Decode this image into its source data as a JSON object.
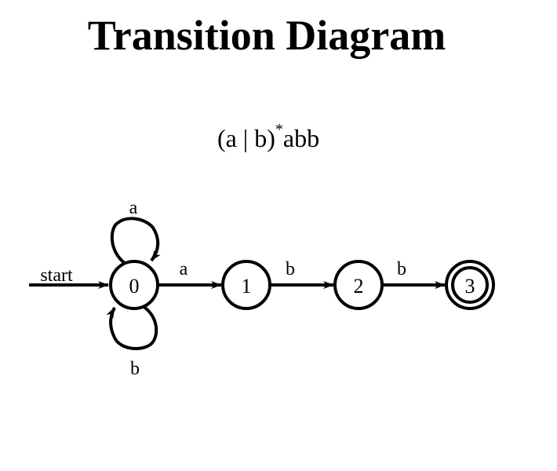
{
  "title": "Transition Diagram",
  "regex": {
    "prefix": "(a | b)",
    "superscript": "*",
    "suffix": "abb"
  },
  "diagram": {
    "start_label": "start",
    "states": [
      {
        "id": "0",
        "accepting": false
      },
      {
        "id": "1",
        "accepting": false
      },
      {
        "id": "2",
        "accepting": false
      },
      {
        "id": "3",
        "accepting": true
      }
    ],
    "transitions": [
      {
        "from": "0",
        "to": "0",
        "label": "a"
      },
      {
        "from": "0",
        "to": "0",
        "label": "b"
      },
      {
        "from": "0",
        "to": "1",
        "label": "a"
      },
      {
        "from": "1",
        "to": "2",
        "label": "b"
      },
      {
        "from": "2",
        "to": "3",
        "label": "b"
      }
    ]
  }
}
